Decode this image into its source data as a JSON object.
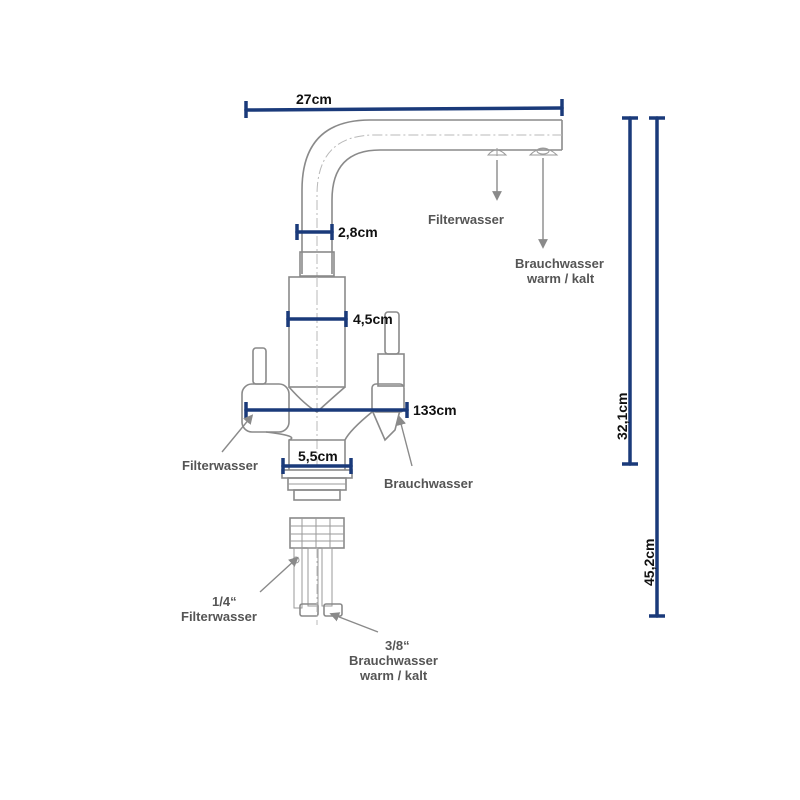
{
  "dimensions": {
    "spout_length": "27cm",
    "spout_diameter": "2,8cm",
    "body_diameter": "4,5cm",
    "handle_span": "133cm",
    "base_diameter": "5,5cm",
    "spout_height": "32,1cm",
    "total_height": "45,2cm"
  },
  "labels": {
    "spout_filter_outlet": "Filterwasser",
    "spout_service_outlet_line1": "Brauchwasser",
    "spout_service_outlet_line2": "warm / kalt",
    "left_handle": "Filterwasser",
    "right_handle": "Brauchwasser",
    "hose_filter_size": "1/4“",
    "hose_filter_name": "Filterwasser",
    "hose_service_size": "3/8“",
    "hose_service_name_line1": "Brauchwasser",
    "hose_service_name_line2": "warm / kalt"
  },
  "colors": {
    "dimension_line": "#1a3a7a",
    "outline": "#8a8a8a",
    "label_text": "#555555",
    "dimension_text": "#111111"
  }
}
